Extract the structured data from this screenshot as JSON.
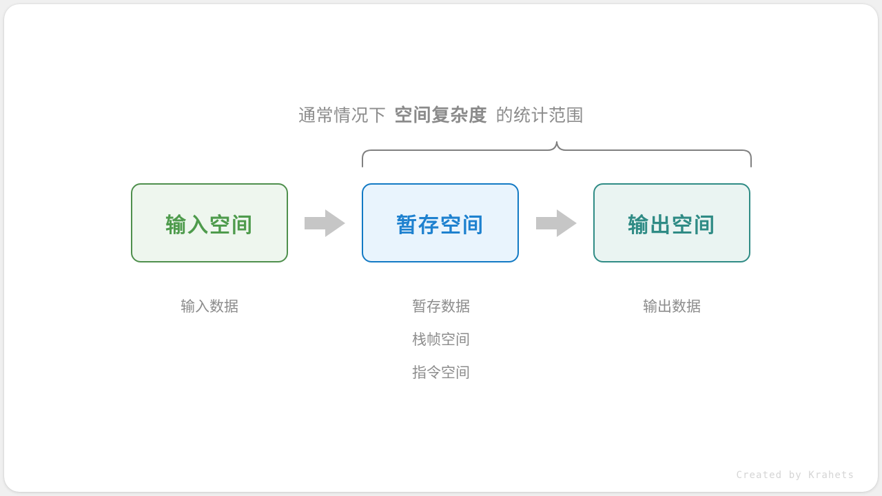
{
  "heading": {
    "prefix": "通常情况下",
    "emphasis": "空间复杂度",
    "suffix": "的统计范围"
  },
  "boxes": [
    {
      "id": "input",
      "label": "输入空间",
      "border_color": "#4e8f4c",
      "fill_color": "#eef6ee",
      "text_color": "#4e9b4c"
    },
    {
      "id": "temp",
      "label": "暂存空间",
      "border_color": "#1279c4",
      "fill_color": "#e9f4fd",
      "text_color": "#1e81cf"
    },
    {
      "id": "output",
      "label": "输出空间",
      "border_color": "#2f8b85",
      "fill_color": "#eaf4f2",
      "text_color": "#2f8b85"
    }
  ],
  "arrows": [
    {
      "id": "arrow-1",
      "direction": "right",
      "color": "#c6c6c6"
    },
    {
      "id": "arrow-2",
      "direction": "right",
      "color": "#c6c6c6"
    }
  ],
  "brace": {
    "orientation": "top",
    "color": "#808080",
    "spans": [
      "temp",
      "output"
    ]
  },
  "captions": {
    "input": [
      "输入数据"
    ],
    "temp": [
      "暂存数据",
      "栈帧空间",
      "指令空间"
    ],
    "output": [
      "输出数据"
    ]
  },
  "watermark": "Created by Krahets",
  "colors": {
    "page_background": "#f0f0f0",
    "card_background": "#ffffff",
    "muted_text": "#8c8c8c"
  }
}
